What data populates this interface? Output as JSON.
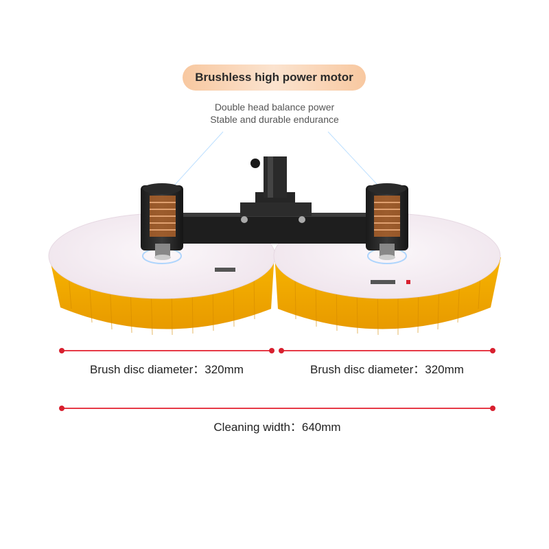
{
  "header": {
    "badge": "Brushless high power motor",
    "line1": "Double head balance power",
    "line2": "Stable and durable endurance"
  },
  "dimensions": {
    "left_disc": "Brush disc diameter：320mm",
    "right_disc": "Brush disc diameter：320mm",
    "width": "Cleaning width：640mm"
  },
  "colors": {
    "accent": "#d8202f",
    "bristle": "#f2a900",
    "disc": "#f6eef2",
    "frame": "#222222",
    "badge": "#f8c8a0"
  }
}
